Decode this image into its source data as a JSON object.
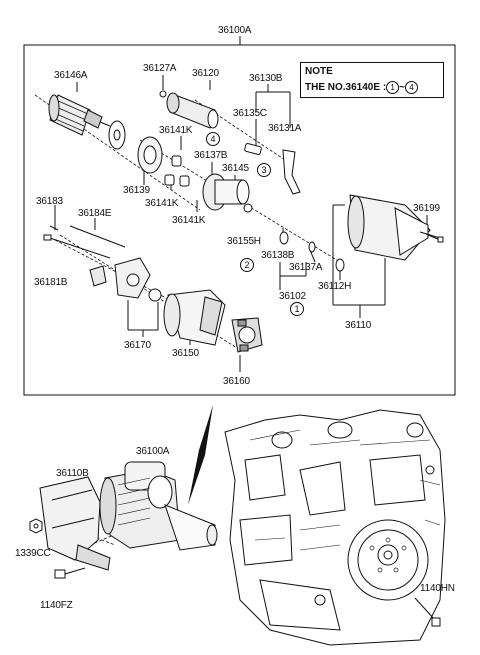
{
  "labels": {
    "assembly_top": "36100A",
    "armature": "36146A",
    "holder_36127a": "36127A",
    "solenoid": "36120",
    "lever_set": "36130B",
    "lever_36135c": "36135C",
    "lever_36131a": "36131A",
    "bearing_36141k_a": "36141K",
    "gear_36139": "36139",
    "bearing_36141k_b": "36141K",
    "clutch_36137b": "36137B",
    "pinion_36145": "36145",
    "bearing_36141k_c": "36141K",
    "bolt_36183": "36183",
    "bolt_36184e": "36184E",
    "screw_36199": "36199",
    "stopper_36155h": "36155H",
    "ring_36138b": "36138B",
    "ring_36137a": "36137A",
    "bolt_36181b": "36181B",
    "shaft_36102": "36102",
    "bushing_36112h": "36112H",
    "housing_36110": "36110",
    "frame_36170": "36170",
    "yoke_36150": "36150",
    "brush_36160": "36160",
    "assembly_bottom": "36100A",
    "cover_36110b": "36110B",
    "nut_1339cc": "1339CC",
    "bolt_1140fz": "1140FZ",
    "bolt_1140hn": "1140HN"
  },
  "callouts": {
    "c1": "1",
    "c2": "2",
    "c3": "3",
    "c4": "4"
  },
  "note": {
    "title": "NOTE",
    "text_prefix": "THE NO.36140E :",
    "range_start": "1",
    "range_sep": "~",
    "range_end": "4"
  }
}
